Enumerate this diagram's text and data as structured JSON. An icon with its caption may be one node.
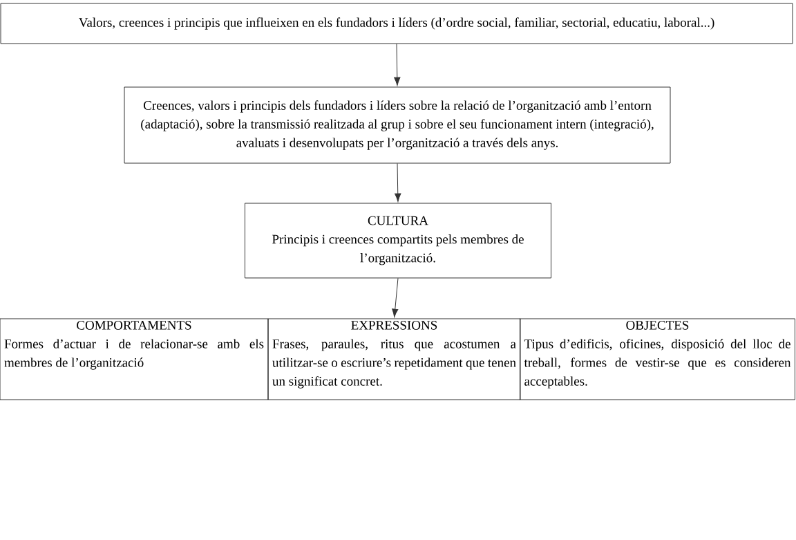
{
  "diagram": {
    "nodes": [
      {
        "text": [
          "Valors, creences i principis que influeixen en els fundadors i líders (d’ordre social, familiar, sectorial, educatiu, laboral...)"
        ]
      },
      {
        "text": [
          "Creences, valors i principis dels fundadors i líders sobre la relació de l’organització amb l’entorn (adaptació), sobre la transmissió realitzada al grup i sobre el seu funcionament intern (integració), avaluats i desenvolupats per l’organització a través dels anys."
        ]
      },
      {
        "text": [
          "CULTURA",
          "Principis i creences compartits pels membres de l’organització."
        ]
      },
      {
        "text": [
          "COMPORTAMENTS",
          "Formes d’actuar i de relacionar-se amb els membres de l’organització"
        ]
      },
      {
        "text": [
          "EXPRESSIONS",
          "Frases, paraules, ritus que acostumen a utilitzar-se o escriure’s repetidament que tenen un significat concret."
        ]
      },
      {
        "text": [
          "OBJECTES",
          "Tipus d’edificis, oficines, disposició del lloc de treball, formes de vestir-se que es consideren acceptables."
        ]
      }
    ],
    "edges": [
      {
        "from": 0,
        "to": 1,
        "arrow": "to"
      },
      {
        "from": 1,
        "to": 2,
        "arrow": "to"
      },
      {
        "from": 2,
        "to": 4,
        "arrow": "to"
      }
    ]
  }
}
